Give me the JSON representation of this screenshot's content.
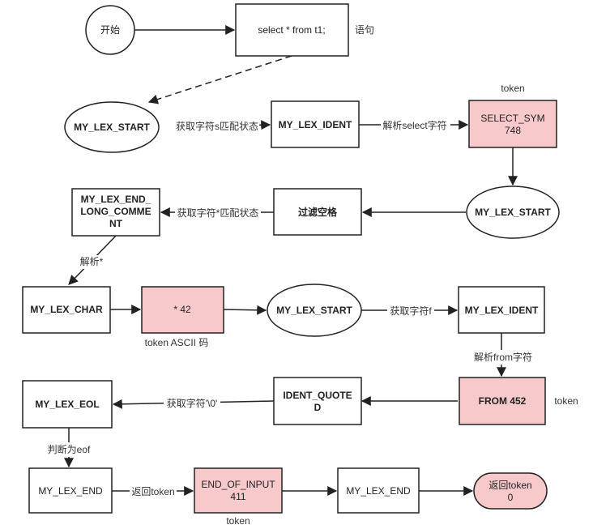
{
  "diagram": {
    "nodes": {
      "start": "开始",
      "stmt": "select * from t1;",
      "lex_start_1": "MY_LEX_START",
      "lex_ident_1": "MY_LEX_IDENT",
      "select_sym_line1": "SELECT_SYM",
      "select_sym_line2": "748",
      "lex_start_2": "MY_LEX_START",
      "skip_space": "过滤空格",
      "long_comment_line1": "MY_LEX_END_",
      "long_comment_line2": "LONG_COMME",
      "long_comment_line3": "NT",
      "lex_char": "MY_LEX_CHAR",
      "star_token": "*  42",
      "lex_start_3": "MY_LEX_START",
      "lex_ident_2": "MY_LEX_IDENT",
      "from_token": "FROM 452",
      "ident_quoted_line1": "IDENT_QUOTE",
      "ident_quoted_line2": "D",
      "lex_eol": "MY_LEX_EOL",
      "lex_end_1": "MY_LEX_END",
      "end_of_input_line1": "END_OF_INPUT",
      "end_of_input_line2": "411",
      "lex_end_2": "MY_LEX_END",
      "return_token_line1": "返回token",
      "return_token_line2": "0"
    },
    "edge_labels": {
      "get_s": "获取字符s匹配状态",
      "parse_select": "解析select字符",
      "get_star": "获取字符*匹配状态",
      "parse_star": "解析*",
      "get_f": "获取字符f",
      "parse_from": "解析from字符",
      "get_null": "获取字符'\\0'",
      "is_eof": "判断为eof",
      "return_token": "返回token"
    },
    "annotations": {
      "stmt_note": "语句",
      "token_select": "token",
      "token_ascii": "token ASCII 码",
      "token_from": "token",
      "token_end": "token"
    },
    "colors": {
      "token_fill": "#f7c9cb",
      "stroke": "#222222",
      "background": "#ffffff"
    }
  }
}
